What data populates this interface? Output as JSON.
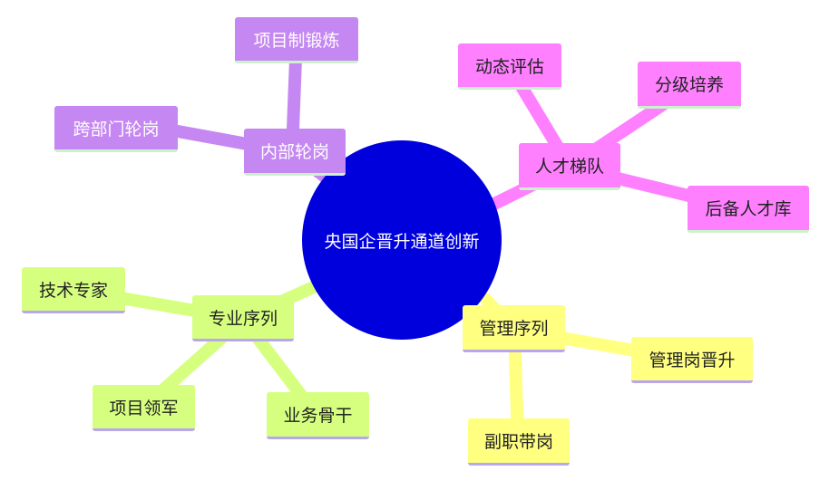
{
  "center": {
    "label": "央国企晋升通道创新"
  },
  "branches": {
    "internal": {
      "label": "内部轮岗",
      "children": [
        "项目制锻炼",
        "跨部门轮岗"
      ]
    },
    "talent": {
      "label": "人才梯队",
      "children": [
        "动态评估",
        "分级培养",
        "后备人才库"
      ]
    },
    "professional": {
      "label": "专业序列",
      "children": [
        "技术专家",
        "项目领军",
        "业务骨干"
      ]
    },
    "management": {
      "label": "管理序列",
      "children": [
        "管理岗晋升",
        "副职带岗"
      ]
    }
  },
  "colors": {
    "center": "#0000dd",
    "internal": "#c587f2",
    "talent": "#ff80ff",
    "professional": "#d6ff80",
    "management": "#ffff80"
  }
}
